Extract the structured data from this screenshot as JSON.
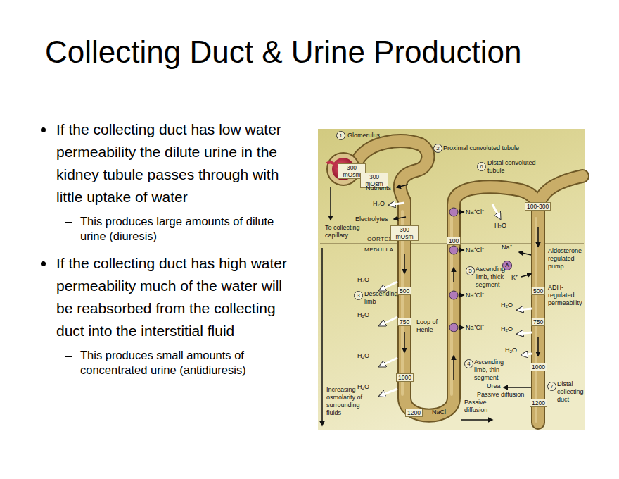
{
  "diagram": {
    "title": "Collecting Duct & Urine Production",
    "labels": [
      "If the collecting duct has low water permeability the dilute urine in the kidney tubule passes through with little uptake of water",
      "This produces large amounts of dilute urine (diuresis)",
      "If the collecting duct has high water permeability much of the water will be reabsorbed from the collecting duct into the interstitial fluid",
      "This produces small amounts of concentrated urine (antidiuresis)",
      "1",
      "Glomerulus",
      "2",
      "Proximal convoluted tubule",
      "6",
      "Distal convoluted tubule",
      "300 mOsm",
      "300 mOsm",
      "Nutrients",
      "H₂O",
      "Electrolytes",
      "To collecting capillary",
      "CORTEX",
      "MEDULLA",
      "300 mOsm",
      "100",
      "100-300",
      "Na⁺Cl⁻",
      "H₂O",
      "Na⁺Cl⁻",
      "Na⁺",
      "A",
      "K⁺",
      "Aldosterone-regulated pump",
      "5",
      "Ascending limb, thick segment",
      "Na⁺Cl⁻",
      "Na⁺Cl⁻",
      "H₂O",
      "3",
      "Descending limb",
      "H₂O",
      "500",
      "Loop of Henle",
      "750",
      "H₂O",
      "1000",
      "H₂O",
      "4",
      "Ascending limb, thin segment",
      "500",
      "ADH-regulated permeability",
      "H₂O",
      "750",
      "H₂O",
      "H₂O",
      "1000",
      "Urea",
      "Passive diffusion",
      "7",
      "Distal collecting duct",
      "Increasing osmolarity of surrounding fluids",
      "1200",
      "1200",
      "NaCl",
      "Passive diffusion"
    ]
  }
}
